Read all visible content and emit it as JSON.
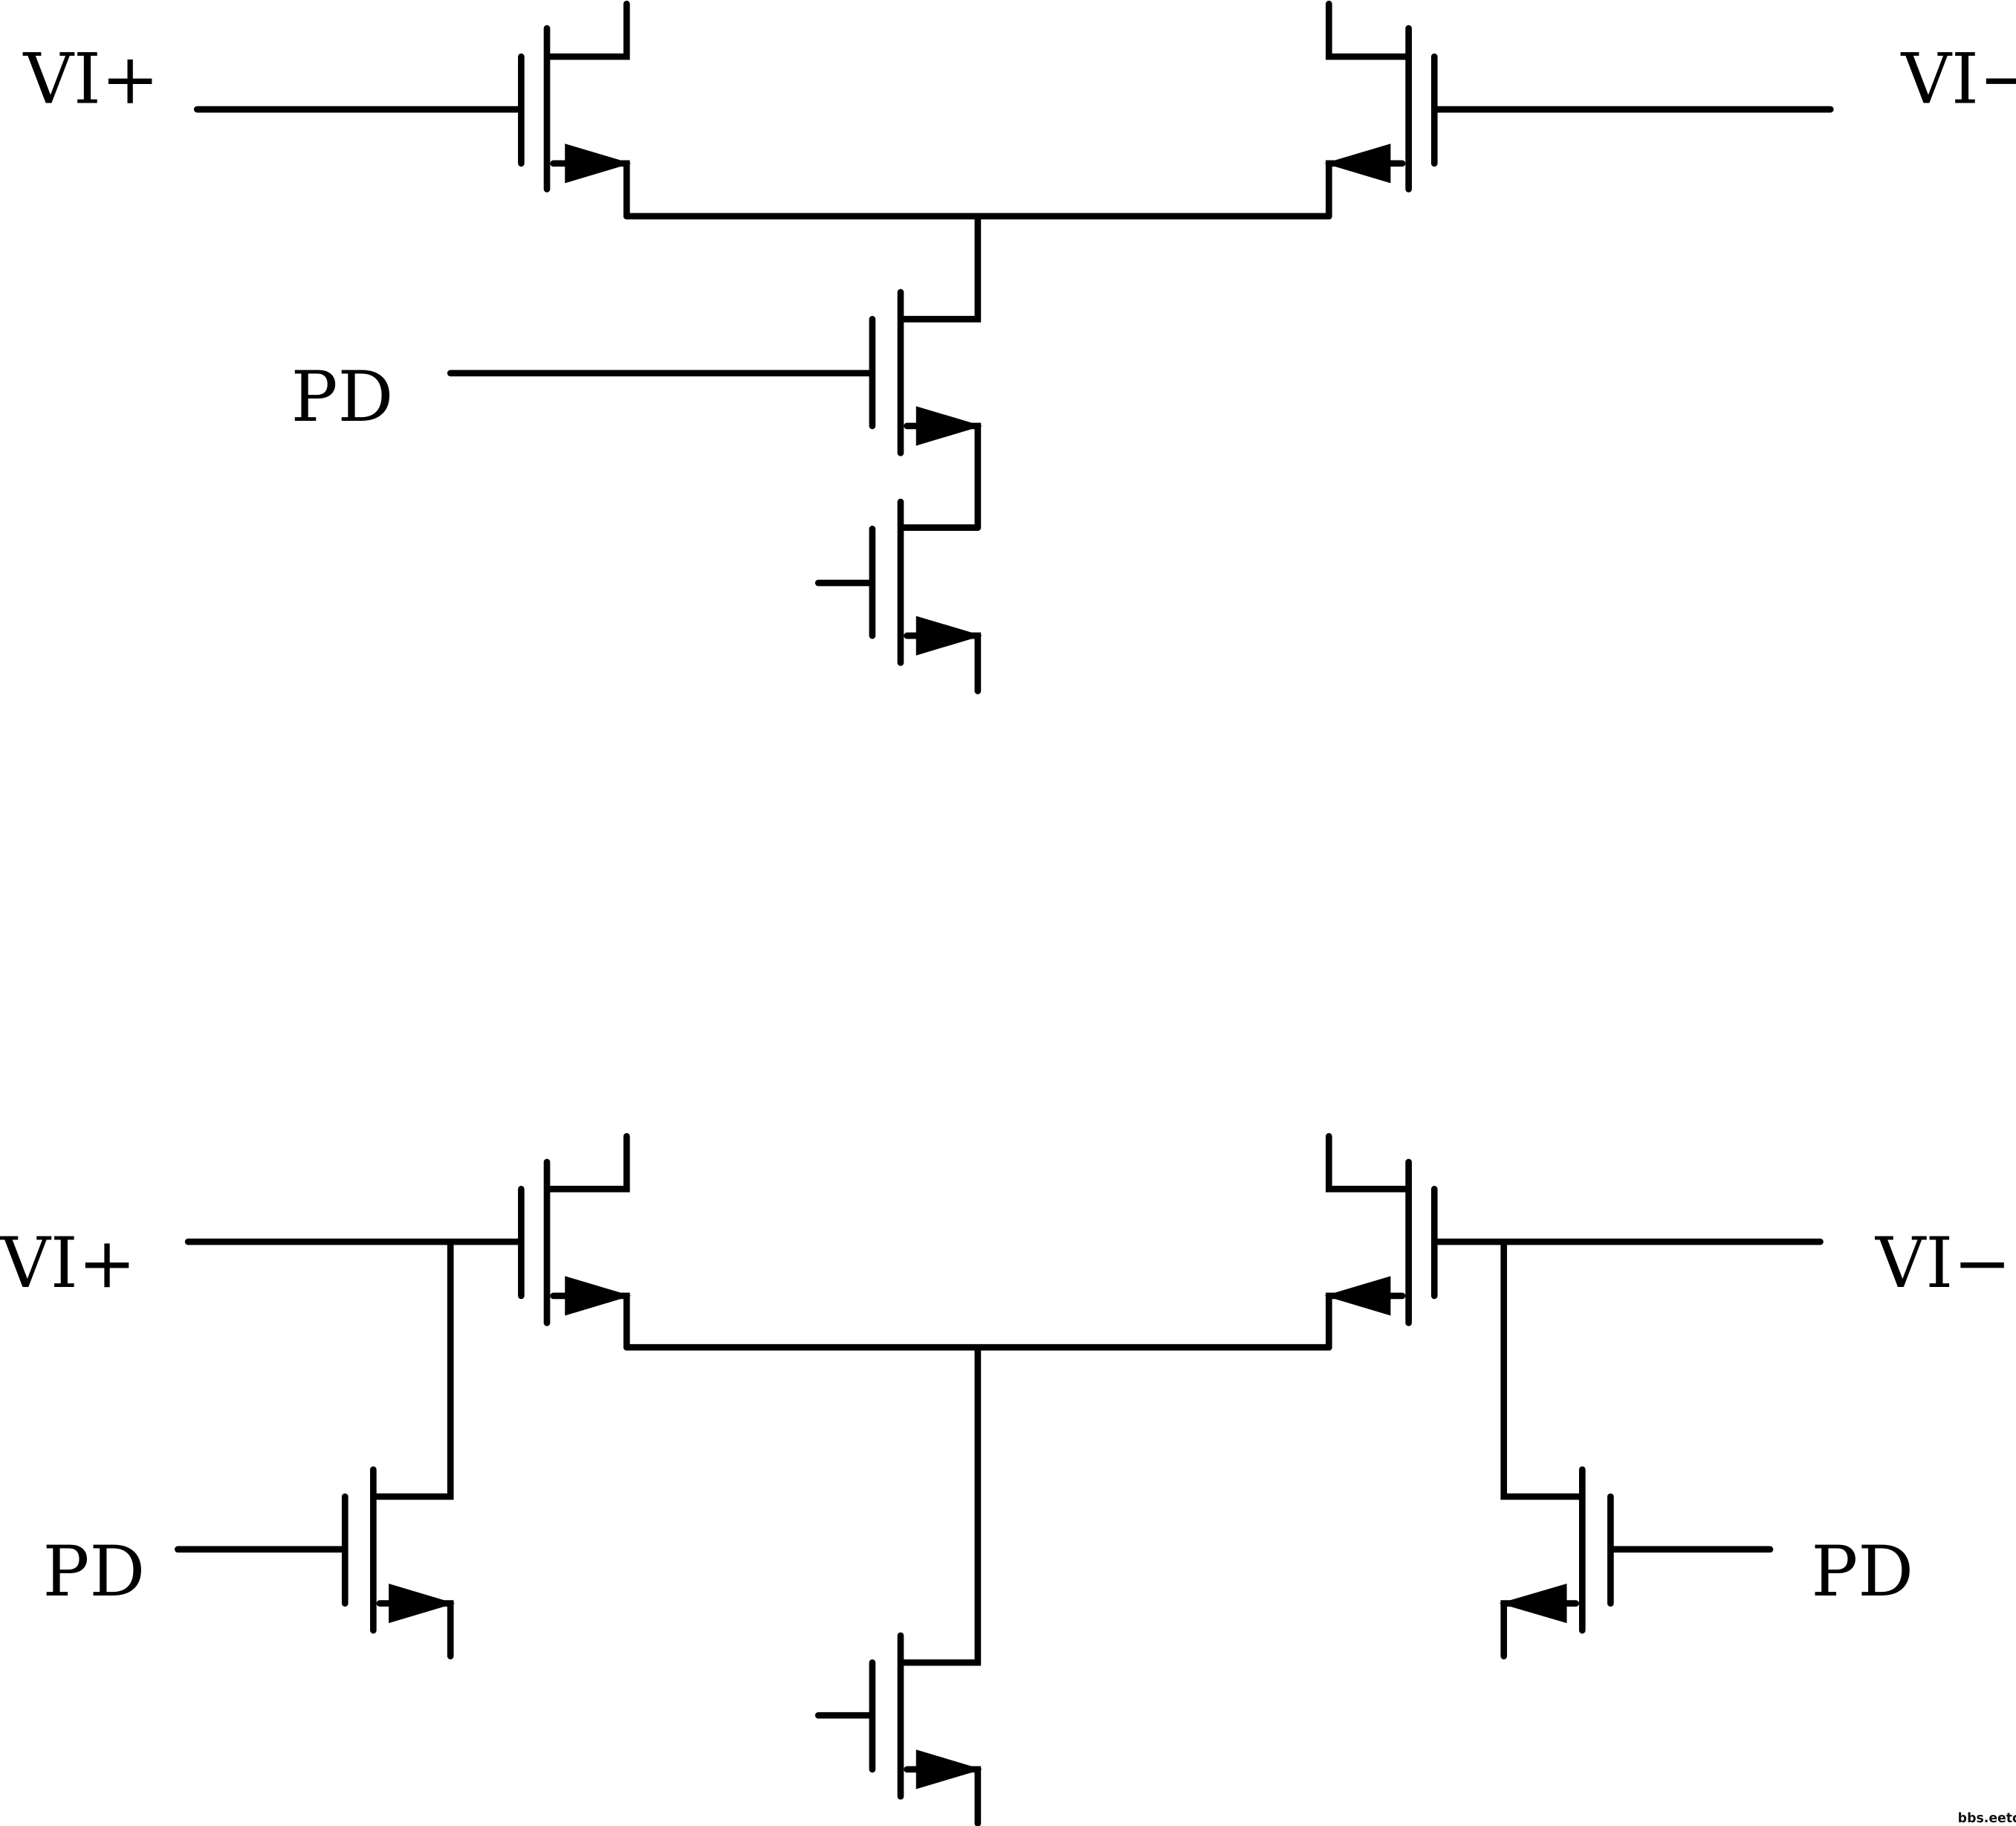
{
  "top_circuit": {
    "labels": {
      "vin_plus": "VI+",
      "vin_minus": "VI−",
      "power_down": "PD"
    }
  },
  "bottom_circuit": {
    "labels": {
      "vin_plus": "VI+",
      "vin_minus": "VI−",
      "power_down_left": "PD",
      "power_down_right": "PD"
    }
  },
  "watermark": "bbs.eetop.cn",
  "colors": {
    "line": "#000000",
    "background": "#ffffff"
  }
}
